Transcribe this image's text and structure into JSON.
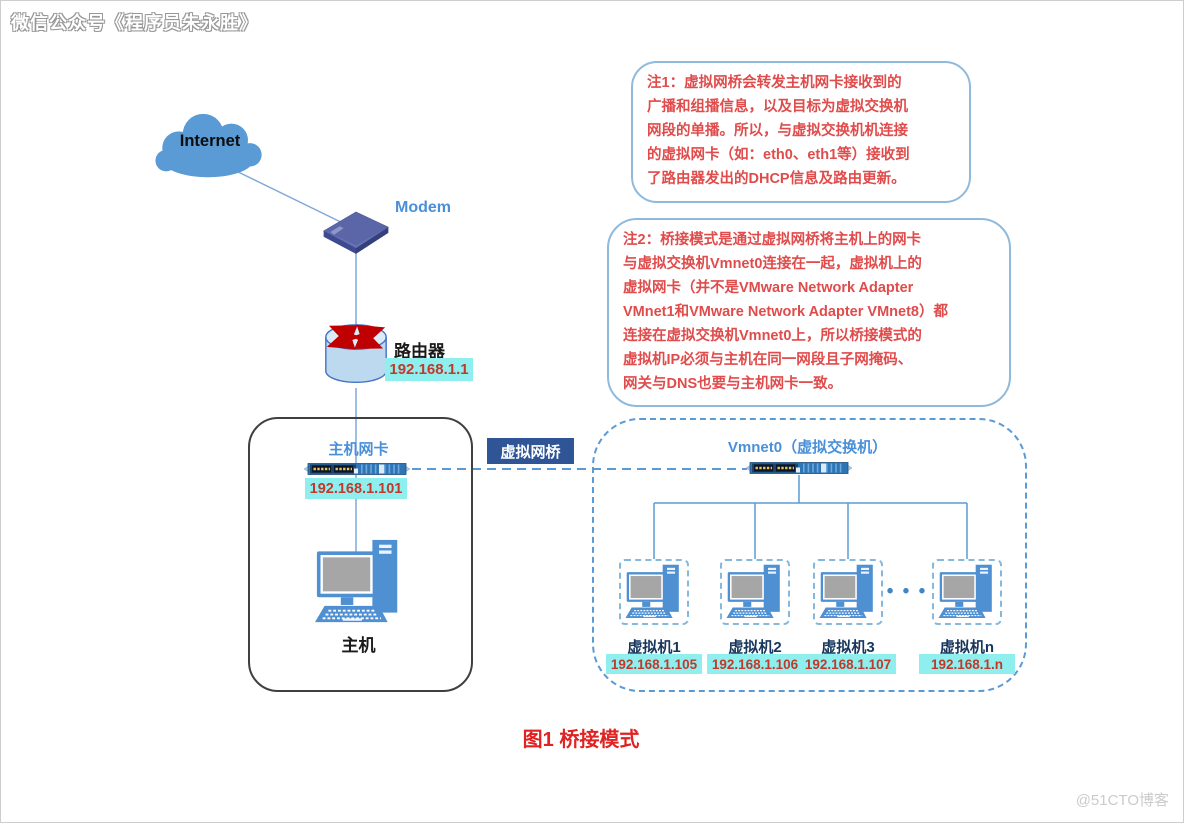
{
  "header": {
    "watermark": "微信公众号《程序员朱永胜》"
  },
  "footer": {
    "caption": "图1 桥接模式",
    "watermark": "@51CTO博客"
  },
  "internet": {
    "label": "Internet"
  },
  "modem": {
    "label": "Modem"
  },
  "router": {
    "label": "路由器",
    "ip": "192.168.1.1"
  },
  "host": {
    "nic_label": "主机网卡",
    "nic_ip": "192.168.1.101",
    "pc_label": "主机"
  },
  "bridge": {
    "label": "虚拟网桥"
  },
  "vmnet0": {
    "label": "Vmnet0（虚拟交换机）",
    "ellipsis": "• • •"
  },
  "vms": [
    {
      "label": "虚拟机1",
      "ip": "192.168.1.105"
    },
    {
      "label": "虚拟机2",
      "ip": "192.168.1.106"
    },
    {
      "label": "虚拟机3",
      "ip": "192.168.1.107"
    },
    {
      "label": "虚拟机n",
      "ip": "192.168.1.n"
    }
  ],
  "notes": [
    {
      "lines": [
        "注1：虚拟网桥会转发主机网卡接收到的",
        "广播和组播信息，以及目标为虚拟交换机",
        "网段的单播。所以，与虚拟交换机机连接",
        "的虚拟网卡（如：eth0、eth1等）接收到",
        "了路由器发出的DHCP信息及路由更新。"
      ]
    },
    {
      "lines": [
        "注2：桥接模式是通过虚拟网桥将主机上的网卡",
        "与虚拟交换机Vmnet0连接在一起，虚拟机上的",
        "虚拟网卡（并不是VMware Network Adapter",
        "VMnet1和VMware Network Adapter VMnet8）都",
        "连接在虚拟交换机Vmnet0上，所以桥接模式的",
        "虚拟机IP必须与主机在同一网段且子网掩码、",
        "网关与DNS也要与主机网卡一致。"
      ]
    }
  ],
  "colors": {
    "accent_blue": "#4A90D9",
    "line_blue": "#7FA9DB",
    "dashed_blue": "#5B9BD5",
    "badge_cyan": "#8FEFEF",
    "ip_red": "#C0392B",
    "note_red": "#E04B4B",
    "bridge_bg": "#2F5597",
    "caption_red": "#E02222",
    "device_blue": "#4E90D2",
    "modem_purple": "#5A66A8"
  }
}
